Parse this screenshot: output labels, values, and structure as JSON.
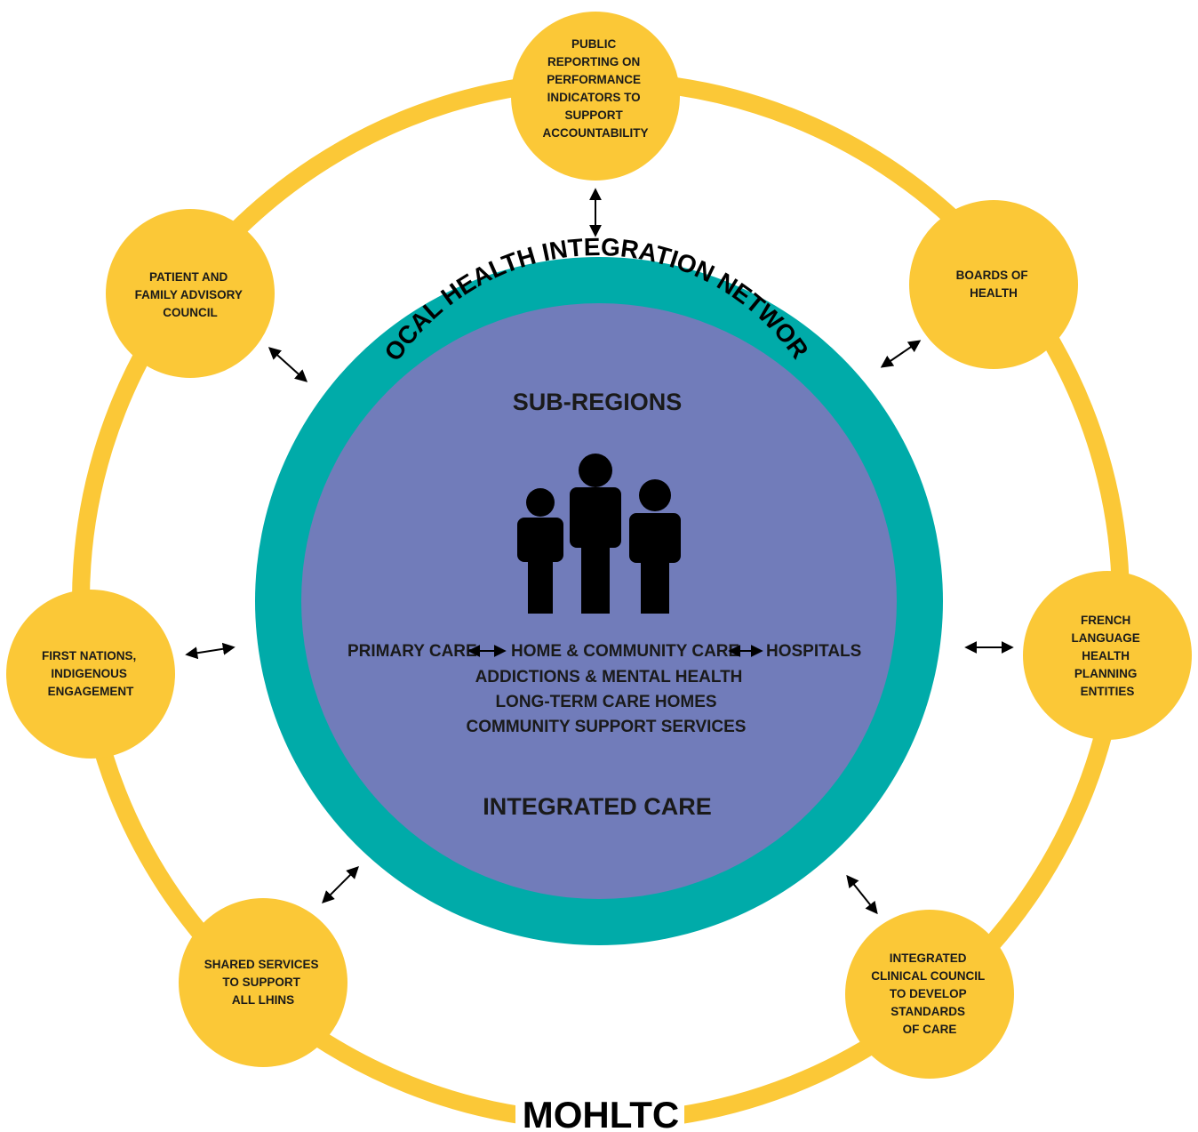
{
  "colors": {
    "ring": "#FBC837",
    "node": "#FBC837",
    "outer_circle": "#00ABA9",
    "inner_circle": "#717CBA",
    "text": "#1a1a1a",
    "arrow": "#000000",
    "people": "#000000"
  },
  "outer_network": {
    "title": "LOCAL HEALTH INTEGRATION NETWORK"
  },
  "center": {
    "top_heading": "SUB-REGIONS",
    "people_icon": "people-group-icon",
    "row1": {
      "left": "PRIMARY CARE",
      "middle": "HOME & COMMUNITY CARE",
      "right": "HOSPITALS"
    },
    "lines": [
      "ADDICTIONS & MENTAL HEALTH",
      "LONG-TERM CARE HOMES",
      "COMMUNITY SUPPORT SERVICES"
    ],
    "bottom_heading": "INTEGRATED CARE"
  },
  "nodes": [
    {
      "id": "public-reporting",
      "lines": [
        "PUBLIC",
        "REPORTING ON",
        "PERFORMANCE",
        "INDICATORS TO",
        "SUPPORT",
        "ACCOUNTABILITY"
      ]
    },
    {
      "id": "boards-of-health",
      "lines": [
        "BOARDS OF",
        "HEALTH"
      ]
    },
    {
      "id": "french-language",
      "lines": [
        "FRENCH",
        "LANGUAGE",
        "HEALTH",
        "PLANNING",
        "ENTITIES"
      ]
    },
    {
      "id": "integrated-clinical-council",
      "lines": [
        "INTEGRATED",
        "CLINICAL COUNCIL",
        "TO DEVELOP",
        "STANDARDS",
        "OF CARE"
      ]
    },
    {
      "id": "shared-services",
      "lines": [
        "SHARED SERVICES",
        "TO SUPPORT",
        "ALL LHINS"
      ]
    },
    {
      "id": "first-nations",
      "lines": [
        "FIRST NATIONS,",
        "INDIGENOUS",
        "ENGAGEMENT"
      ]
    },
    {
      "id": "patient-family-council",
      "lines": [
        "PATIENT AND",
        "FAMILY ADVISORY",
        "COUNCIL"
      ]
    }
  ],
  "footer": {
    "label": "MOHLTC"
  }
}
